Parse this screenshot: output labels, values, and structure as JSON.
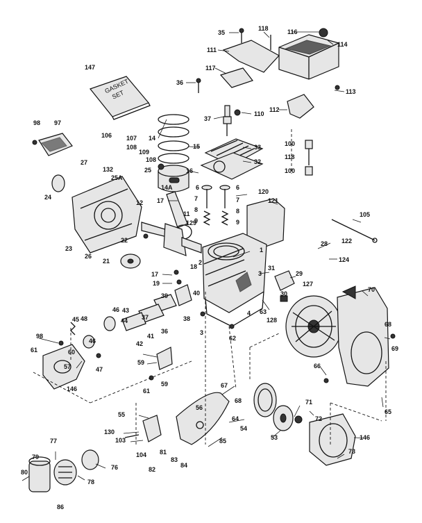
{
  "gasket_set": [
    "GASKET",
    "SET"
  ],
  "callouts": [
    {
      "id": "c35",
      "text": "35"
    },
    {
      "id": "c118a",
      "text": "118"
    },
    {
      "id": "c116",
      "text": "116"
    },
    {
      "id": "c114",
      "text": "114"
    },
    {
      "id": "c111",
      "text": "111"
    },
    {
      "id": "c117",
      "text": "117"
    },
    {
      "id": "c147",
      "text": "147"
    },
    {
      "id": "c36",
      "text": "36"
    },
    {
      "id": "c113",
      "text": "113"
    },
    {
      "id": "c37",
      "text": "37"
    },
    {
      "id": "c110",
      "text": "110"
    },
    {
      "id": "c112",
      "text": "112"
    },
    {
      "id": "c98a",
      "text": "98"
    },
    {
      "id": "c97",
      "text": "97"
    },
    {
      "id": "c106",
      "text": "106"
    },
    {
      "id": "c107",
      "text": "107"
    },
    {
      "id": "c14",
      "text": "14"
    },
    {
      "id": "c15",
      "text": "15"
    },
    {
      "id": "c33",
      "text": "33"
    },
    {
      "id": "c100a",
      "text": "100"
    },
    {
      "id": "c118b",
      "text": "118"
    },
    {
      "id": "c100b",
      "text": "100"
    },
    {
      "id": "c108a",
      "text": "108"
    },
    {
      "id": "c109",
      "text": "109"
    },
    {
      "id": "c108b",
      "text": "108"
    },
    {
      "id": "c27",
      "text": "27"
    },
    {
      "id": "c132",
      "text": "132"
    },
    {
      "id": "c25",
      "text": "25"
    },
    {
      "id": "c32",
      "text": "32"
    },
    {
      "id": "c16",
      "text": "16"
    },
    {
      "id": "c25a",
      "text": "25A"
    },
    {
      "id": "c24",
      "text": "24"
    },
    {
      "id": "c14a",
      "text": "14A"
    },
    {
      "id": "c6a",
      "text": "6"
    },
    {
      "id": "c6b",
      "text": "6"
    },
    {
      "id": "c120",
      "text": "120"
    },
    {
      "id": "c121",
      "text": "121"
    },
    {
      "id": "c17a",
      "text": "17"
    },
    {
      "id": "c7a",
      "text": "7"
    },
    {
      "id": "c7b",
      "text": "7"
    },
    {
      "id": "c12",
      "text": "12"
    },
    {
      "id": "c8a",
      "text": "8"
    },
    {
      "id": "c8b",
      "text": "8"
    },
    {
      "id": "c105",
      "text": "105"
    },
    {
      "id": "c9a",
      "text": "9"
    },
    {
      "id": "c9b",
      "text": "9"
    },
    {
      "id": "c11",
      "text": "11"
    },
    {
      "id": "c23",
      "text": "23"
    },
    {
      "id": "c129",
      "text": "129"
    },
    {
      "id": "c22",
      "text": "22"
    },
    {
      "id": "c26",
      "text": "26"
    },
    {
      "id": "c1",
      "text": "1"
    },
    {
      "id": "c28",
      "text": "28"
    },
    {
      "id": "c122",
      "text": "122"
    },
    {
      "id": "c21",
      "text": "21"
    },
    {
      "id": "c124",
      "text": "124"
    },
    {
      "id": "c2",
      "text": "2"
    },
    {
      "id": "c31",
      "text": "31"
    },
    {
      "id": "c17b",
      "text": "17"
    },
    {
      "id": "c18",
      "text": "18"
    },
    {
      "id": "c3a",
      "text": "3"
    },
    {
      "id": "c29",
      "text": "29"
    },
    {
      "id": "c19",
      "text": "19"
    },
    {
      "id": "c127",
      "text": "127"
    },
    {
      "id": "c70",
      "text": "70"
    },
    {
      "id": "c39",
      "text": "39"
    },
    {
      "id": "c30",
      "text": "30"
    },
    {
      "id": "c40",
      "text": "40"
    },
    {
      "id": "c63",
      "text": "63"
    },
    {
      "id": "c4",
      "text": "4"
    },
    {
      "id": "c128",
      "text": "128"
    },
    {
      "id": "c38",
      "text": "38"
    },
    {
      "id": "c46a",
      "text": "46"
    },
    {
      "id": "c43",
      "text": "43"
    },
    {
      "id": "c37b",
      "text": "37"
    },
    {
      "id": "c3b",
      "text": "3"
    },
    {
      "id": "c48",
      "text": "48"
    },
    {
      "id": "c44",
      "text": "44"
    },
    {
      "id": "c41",
      "text": "41"
    },
    {
      "id": "c36b",
      "text": "36"
    },
    {
      "id": "c62",
      "text": "62"
    },
    {
      "id": "c68a",
      "text": "68"
    },
    {
      "id": "c69",
      "text": "69"
    },
    {
      "id": "c45",
      "text": "45"
    },
    {
      "id": "c42",
      "text": "42"
    },
    {
      "id": "c46b",
      "text": "46"
    },
    {
      "id": "c98b",
      "text": "98"
    },
    {
      "id": "c61a",
      "text": "61"
    },
    {
      "id": "c60",
      "text": "60"
    },
    {
      "id": "c47",
      "text": "47"
    },
    {
      "id": "c57",
      "text": "57"
    },
    {
      "id": "c59a",
      "text": "59"
    },
    {
      "id": "c146a",
      "text": "146"
    },
    {
      "id": "c61b",
      "text": "61"
    },
    {
      "id": "c59b",
      "text": "59"
    },
    {
      "id": "c66",
      "text": "66"
    },
    {
      "id": "c67",
      "text": "67"
    },
    {
      "id": "c68b",
      "text": "68"
    },
    {
      "id": "c65",
      "text": "65"
    },
    {
      "id": "c56",
      "text": "56"
    },
    {
      "id": "c55",
      "text": "55"
    },
    {
      "id": "c71",
      "text": "71"
    },
    {
      "id": "c72",
      "text": "72"
    },
    {
      "id": "c64",
      "text": "64"
    },
    {
      "id": "c130",
      "text": "130"
    },
    {
      "id": "c54",
      "text": "54"
    },
    {
      "id": "c53",
      "text": "53"
    },
    {
      "id": "c146b",
      "text": "146"
    },
    {
      "id": "c77",
      "text": "77"
    },
    {
      "id": "c103",
      "text": "103"
    },
    {
      "id": "c85",
      "text": "85"
    },
    {
      "id": "c104",
      "text": "104"
    },
    {
      "id": "c81",
      "text": "81"
    },
    {
      "id": "c73",
      "text": "73"
    },
    {
      "id": "c79",
      "text": "79"
    },
    {
      "id": "c76",
      "text": "76"
    },
    {
      "id": "c83",
      "text": "83"
    },
    {
      "id": "c84",
      "text": "84"
    },
    {
      "id": "c80",
      "text": "80"
    },
    {
      "id": "c82",
      "text": "82"
    },
    {
      "id": "c78",
      "text": "78"
    },
    {
      "id": "c86",
      "text": "86"
    }
  ]
}
